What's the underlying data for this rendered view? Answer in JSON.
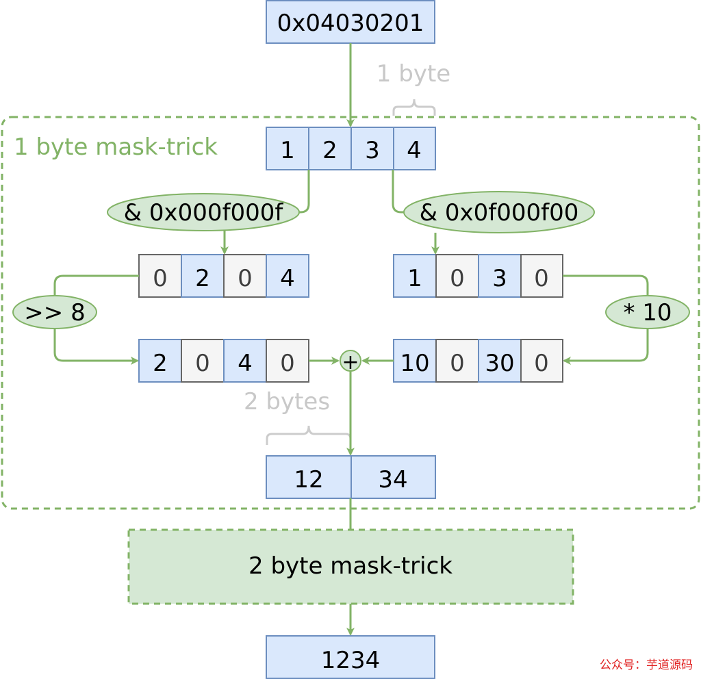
{
  "input_value": "0x04030201",
  "byte_brace_label": "1 byte",
  "region_label": "1 byte mask-trick",
  "byte_cells": [
    "1",
    "2",
    "3",
    "4"
  ],
  "left_mask": "& 0x000f000f",
  "right_mask": "& 0x0f000f00",
  "left_masked_cells": [
    "0",
    "2",
    "0",
    "4"
  ],
  "right_masked_cells": [
    "1",
    "0",
    "3",
    "0"
  ],
  "shift_op": ">> 8",
  "multiply_op": "* 10",
  "shifted_cells": [
    "2",
    "0",
    "4",
    "0"
  ],
  "multiplied_cells": [
    "10",
    "0",
    "30",
    "0"
  ],
  "add_symbol": "+",
  "two_bytes_label": "2 bytes",
  "pair_cells": [
    "12",
    "34"
  ],
  "stage2_label": "2 byte mask-trick",
  "output_value": "1234",
  "watermark": "公众号：芋道源码",
  "colors": {
    "blue_fill": "#dae8fc",
    "blue_stroke": "#6c8ebf",
    "gray_fill": "#f5f5f5",
    "gray_stroke": "#666666",
    "green_fill": "#d5e8d4",
    "green_stroke": "#82b366",
    "brace_gray": "#cccccc",
    "watermark_red": "#e02020"
  }
}
